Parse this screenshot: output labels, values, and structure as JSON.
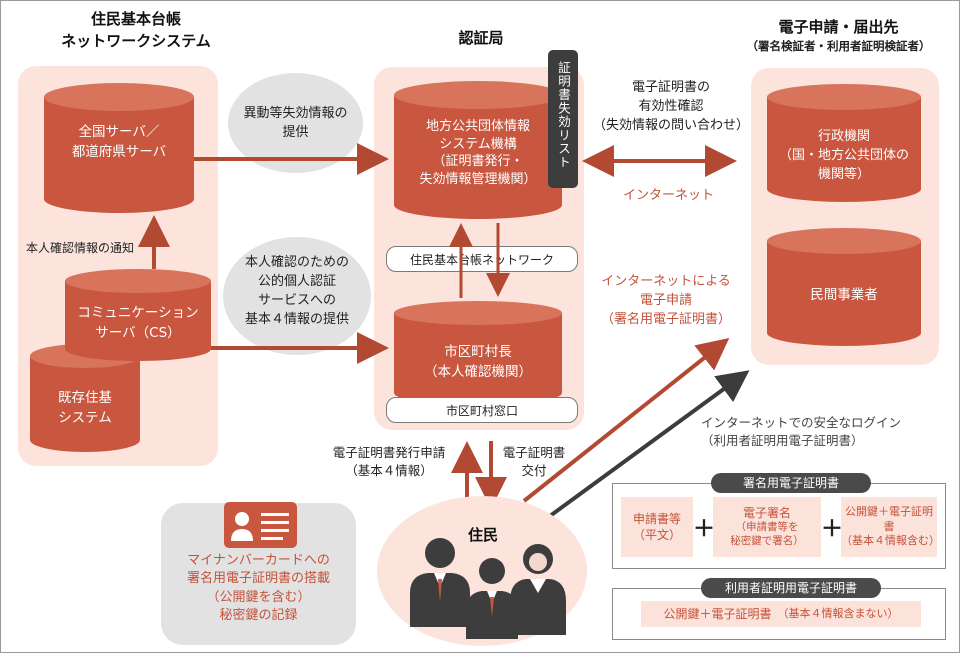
{
  "titles": {
    "left": "住民基本台帳\nネットワークシステム",
    "center": "認証局",
    "right": "電子申請・届出先",
    "right_sub": "（署名検証者・利用者証明検証者）"
  },
  "left_zone": {
    "national_server": "全国サーバ／\n都道府県サーバ",
    "communication_server": "コミュニケーション\nサーバ（CS）",
    "existing_system": "既存住基\nシステム",
    "notice_label": "本人確認情報の通知"
  },
  "bubbles": {
    "top": "異動等失効情報の\n提供",
    "middle": "本人確認のための\n公的個人認証\nサービスへの\n基本４情報の提供"
  },
  "center_zone": {
    "jlis": "地方公共団体情報\nシステム機構\n（証明書発行・\n失効情報管理機関）",
    "revocation_list": "証明書失効リスト",
    "juki_network": "住民基本台帳ネットワーク",
    "municipality": "市区町村長\n（本人確認機関）",
    "window": "市区町村窓口"
  },
  "right_zone": {
    "government": "行政機関\n（国・地方公共団体の\n機関等）",
    "private": "民間事業者"
  },
  "middle_labels": {
    "validity_check": "電子証明書の\n有効性確認\n（失効情報の問い合わせ）",
    "internet": "インターネット",
    "e_application": "インターネットによる\n電子申請\n（署名用電子証明書）",
    "secure_login": "インターネットでの安全なログイン\n（利用者証明用電子証明書）",
    "issue_request": "電子証明書発行申請\n（基本４情報）",
    "issue_delivery": "電子証明書\n交付"
  },
  "residents": {
    "label": "住民"
  },
  "mynumber_card": {
    "text": "マイナンバーカードへの\n署名用電子証明書の搭載\n（公開鍵を含む）\n秘密鍵の記録",
    "icon": "id-card-icon"
  },
  "legend_signature": {
    "title": "署名用電子証明書",
    "cell1": "申請書等\n（平文）",
    "cell2": "電子署名",
    "cell2_sub": "（申請書等を\n秘密鍵で署名）",
    "cell3": "公開鍵＋電子証明書\n（基本４情報含む）",
    "plus": "＋"
  },
  "legend_user": {
    "title": "利用者証明用電子証明書",
    "cell": "公開鍵＋電子証明書",
    "cell_sub": "（基本４情報含まない）"
  },
  "colors": {
    "cylinder": "#c9573f",
    "cylinder_top": "#d8735c",
    "zone": "#fce3dc",
    "arrow": "#b24a33",
    "dark_arrow": "#3c3c3c",
    "bubble": "#e2e2e2"
  }
}
